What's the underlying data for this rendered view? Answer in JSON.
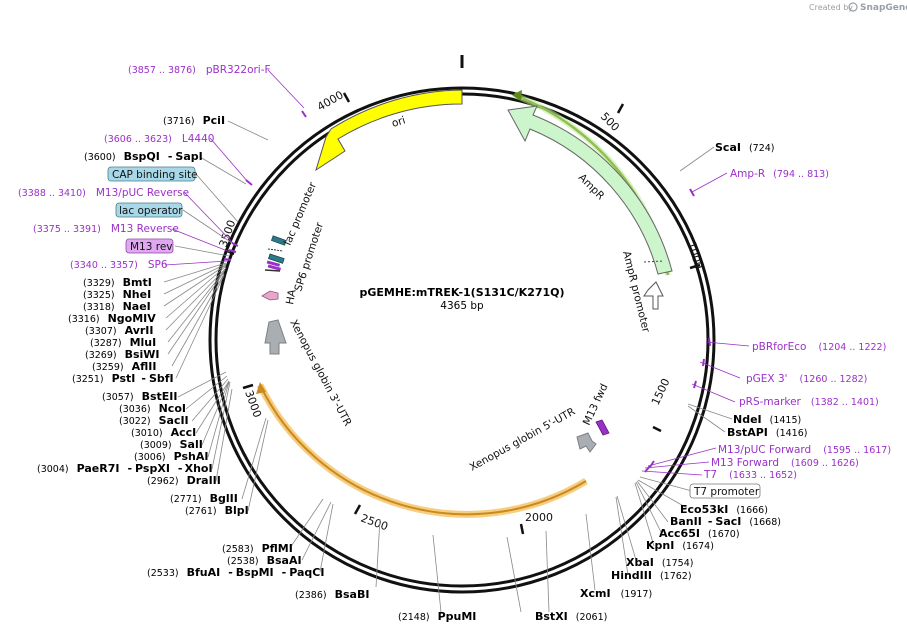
{
  "credit": {
    "prefix": "Created by",
    "brand": "SnapGene"
  },
  "plasmid": {
    "name": "pGEMHE:mTREK-1(S131C/K271Q)",
    "length": "4365 bp"
  },
  "ticks": [
    "500",
    "1000",
    "1500",
    "2000",
    "2500",
    "3000",
    "3500",
    "4000"
  ],
  "features": {
    "ori": "ori",
    "ampr": "AmpR",
    "ampr_promoter": "AmpR promoter",
    "m13fwd": "M13 fwd",
    "xenopus5": "Xenopus globin 5'-UTR",
    "xenopus3": "Xenopus globin 3'-UTR",
    "lac_promoter": "lac promoter",
    "sp6_promoter": "SP6 promoter",
    "ha": "HA"
  },
  "right_sites": [
    {
      "name": "ScaI",
      "pos": "(724)"
    },
    {
      "name": "NdeI",
      "pos": "(1415)"
    },
    {
      "name": "BstAPI",
      "pos": "(1416)"
    },
    {
      "name": "Eco53kI",
      "pos": "(1666)"
    },
    {
      "name": "BanII",
      "sep": "-",
      "name2": "SacI",
      "pos": "(1668)"
    },
    {
      "name": "Acc65I",
      "pos": "(1670)"
    },
    {
      "name": "KpnI",
      "pos": "(1674)"
    },
    {
      "name": "XbaI",
      "pos": "(1754)"
    },
    {
      "name": "HindIII",
      "pos": "(1762)"
    },
    {
      "name": "XcmI",
      "pos": "(1917)"
    },
    {
      "name": "BstXI",
      "pos": "(2061)"
    },
    {
      "name": "PpuMI",
      "pos": "(2148)"
    },
    {
      "name": "BsaBI",
      "pos": "(2386)"
    }
  ],
  "right_primers": [
    {
      "name": "Amp-R",
      "range": "(794 .. 813)"
    },
    {
      "name": "pBRforEco",
      "range": "(1204 .. 1222)"
    },
    {
      "name": "pGEX 3'",
      "range": "(1260 .. 1282)"
    },
    {
      "name": "pRS-marker",
      "range": "(1382 .. 1401)"
    },
    {
      "name": "M13/pUC Forward",
      "range": "(1595 .. 1617)"
    },
    {
      "name": "M13 Forward",
      "range": "(1609 .. 1626)"
    },
    {
      "name": "T7",
      "range": "(1633 .. 1652)"
    }
  ],
  "t7_promoter": "T7 promoter",
  "left_top": [
    {
      "range": "(3857 .. 3876)",
      "name": "pBR322ori-F"
    },
    {
      "pos": "(3716)",
      "name": "PciI"
    },
    {
      "range": "(3606 .. 3623)",
      "name": "L4440"
    },
    {
      "pos": "(3600)",
      "name": "BspQI",
      "sep": "-",
      "name2": "SapI"
    },
    {
      "box": "CAP binding site"
    },
    {
      "range": "(3388 .. 3410)",
      "name": "M13/pUC Reverse"
    },
    {
      "box": "lac operator"
    },
    {
      "range": "(3375 .. 3391)",
      "name": "M13 Reverse"
    },
    {
      "box": "M13 rev"
    },
    {
      "range": "(3340 .. 3357)",
      "name": "SP6"
    }
  ],
  "left_sites": [
    {
      "pos": "(3329)",
      "name": "BmtI"
    },
    {
      "pos": "(3325)",
      "name": "NheI"
    },
    {
      "pos": "(3318)",
      "name": "NaeI"
    },
    {
      "pos": "(3316)",
      "name": "NgoMIV"
    },
    {
      "pos": "(3307)",
      "name": "AvrII"
    },
    {
      "pos": "(3287)",
      "name": "MluI"
    },
    {
      "pos": "(3269)",
      "name": "BsiWI"
    },
    {
      "pos": "(3259)",
      "name": "AflII"
    },
    {
      "pos": "(3251)",
      "name": "PstI",
      "sep": "-",
      "name2": "SbfI"
    },
    {
      "pos": "(3057)",
      "name": "BstEII"
    },
    {
      "pos": "(3036)",
      "name": "NcoI"
    },
    {
      "pos": "(3022)",
      "name": "SacII"
    },
    {
      "pos": "(3010)",
      "name": "AccI"
    },
    {
      "pos": "(3009)",
      "name": "SalI"
    },
    {
      "pos": "(3006)",
      "name": "PshAI"
    },
    {
      "pos": "(3004)",
      "name": "PaeR7I",
      "sep": "-",
      "name2": "PspXI",
      "sep2": "-",
      "name3": "XhoI"
    },
    {
      "pos": "(2962)",
      "name": "DraIII"
    },
    {
      "pos": "(2771)",
      "name": "BglII"
    },
    {
      "pos": "(2761)",
      "name": "BlpI"
    },
    {
      "pos": "(2583)",
      "name": "PflMI"
    },
    {
      "pos": "(2538)",
      "name": "BsaAI"
    },
    {
      "pos": "(2533)",
      "name": "BfuAI",
      "sep": "-",
      "name2": "BspMI",
      "sep2": "-",
      "name3": "PaqCI"
    }
  ]
}
